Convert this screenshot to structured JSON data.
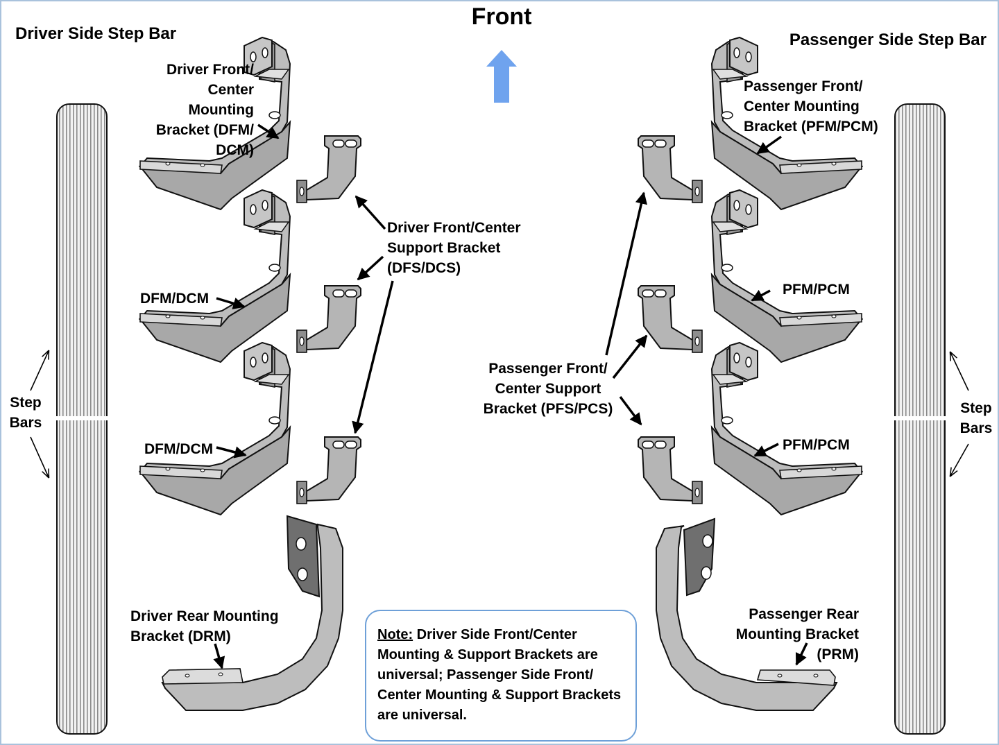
{
  "header": {
    "front": "Front",
    "driver_title": "Driver Side Step Bar",
    "passenger_title": "Passenger Side Step Bar"
  },
  "labels": {
    "driver_front_mount": "Driver Front/ Center Mounting Bracket (DFM/ DCM)",
    "driver_support": "Driver Front/Center Support Bracket (DFS/DCS)",
    "dfm_dcm_2": "DFM/DCM",
    "dfm_dcm_3": "DFM/DCM",
    "driver_rear": "Driver Rear Mounting Bracket (DRM)",
    "passenger_front_mount": "Passenger Front/ Center Mounting Bracket (PFM/PCM)",
    "passenger_support": "Passenger Front/ Center Support Bracket (PFS/PCS)",
    "pfm_pcm_2": "PFM/PCM",
    "pfm_pcm_3": "PFM/PCM",
    "passenger_rear": "Passenger Rear Mounting Bracket (PRM)",
    "step_bars_left": "Step Bars",
    "step_bars_right": "Step Bars"
  },
  "note": {
    "prefix": "Note:",
    "text": " Driver Side Front/Center Mounting & Support Brackets are universal; Passenger Side Front/ Center Mounting & Support Brackets are universal."
  },
  "colors": {
    "bracket_fill": "#b9b9b9",
    "bracket_dark": "#8f8f8f",
    "front_arrow": "#6fa3ee",
    "note_border": "#6ea0d8",
    "frame_border": "#a9c2dc"
  }
}
